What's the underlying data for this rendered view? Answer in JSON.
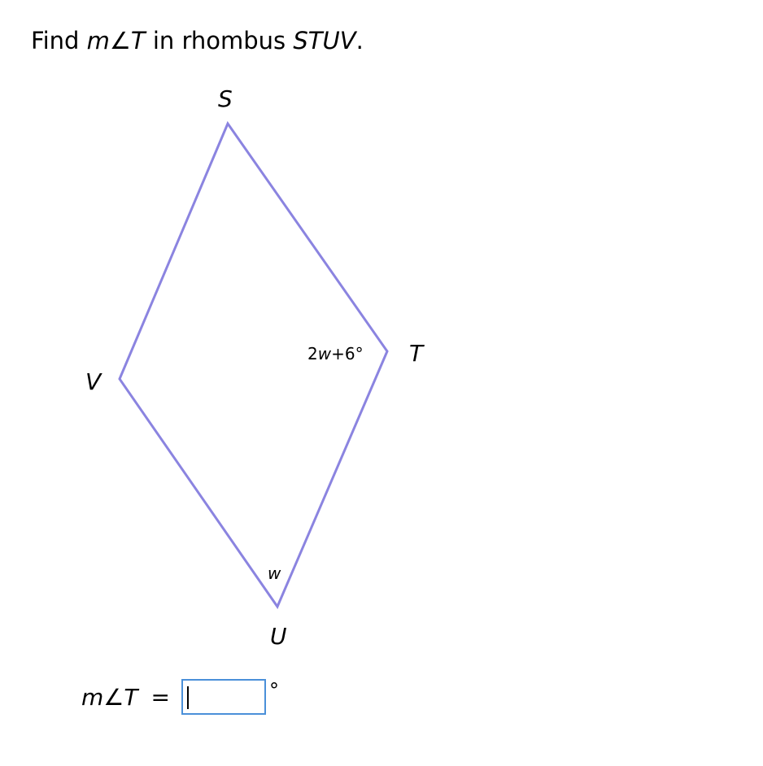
{
  "question": {
    "prefix": "Find ",
    "measure_symbol": "m∠T",
    "middle": " in rhombus ",
    "shape_name": "STUV",
    "suffix": "."
  },
  "diagram": {
    "edge_color": "#8b84e0",
    "vertices": {
      "S": "S",
      "T": "T",
      "U": "U",
      "V": "V"
    },
    "angle_T_label_coef": "2",
    "angle_T_label_var": "w",
    "angle_T_label_rest": "+6°",
    "angle_U_label": "w"
  },
  "answer": {
    "label": "m∠T",
    "equals": "=",
    "value": "",
    "unit": "°",
    "input_border_color": "#4a90d9"
  }
}
